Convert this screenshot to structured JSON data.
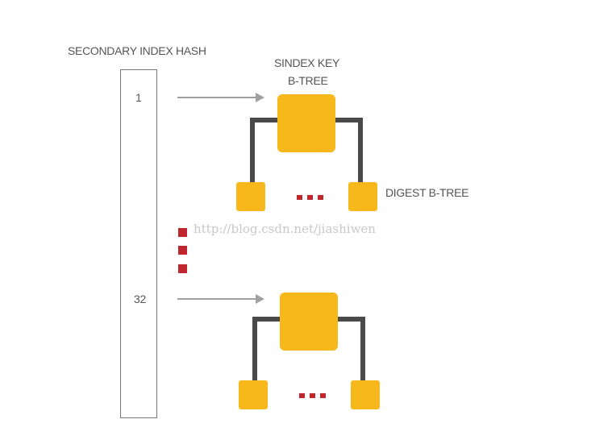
{
  "hash_title": "SECONDARY INDEX HASH",
  "slots": [
    "1",
    "32"
  ],
  "sindex_label": [
    "SINDEX KEY",
    "B-TREE"
  ],
  "digest_label": "DIGEST B-TREE",
  "watermark": "http://blog.csdn.net/jiashiwen",
  "colors": {
    "node": "#f7b81c",
    "edge": "#4a4a4a",
    "ellipsis": "#c0262d",
    "arrow": "#a0a0a0"
  }
}
